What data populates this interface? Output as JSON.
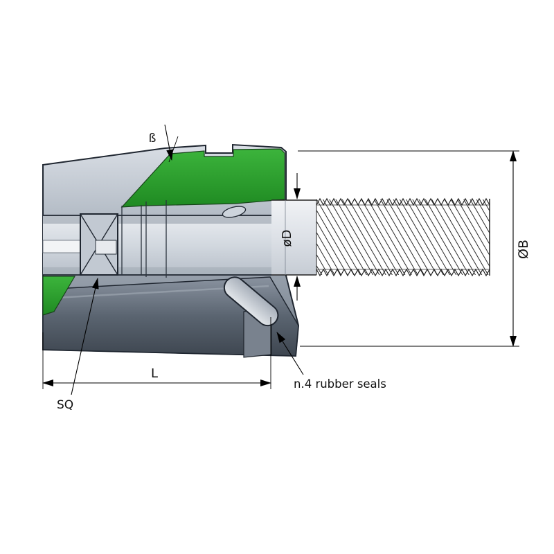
{
  "drawing": {
    "title": "Collet cross-section technical drawing",
    "labels": {
      "angle": "ß",
      "diameter_d": "øD",
      "diameter_b": "ØB",
      "length": "L",
      "square": "SQ",
      "seals_note": "n.4 rubber seals"
    },
    "colors": {
      "section_green": "#2e9e30",
      "metal_light": "#d6dbe2",
      "metal_dark": "#5f6873",
      "outline": "#1f2630",
      "background": "#ffffff"
    }
  }
}
